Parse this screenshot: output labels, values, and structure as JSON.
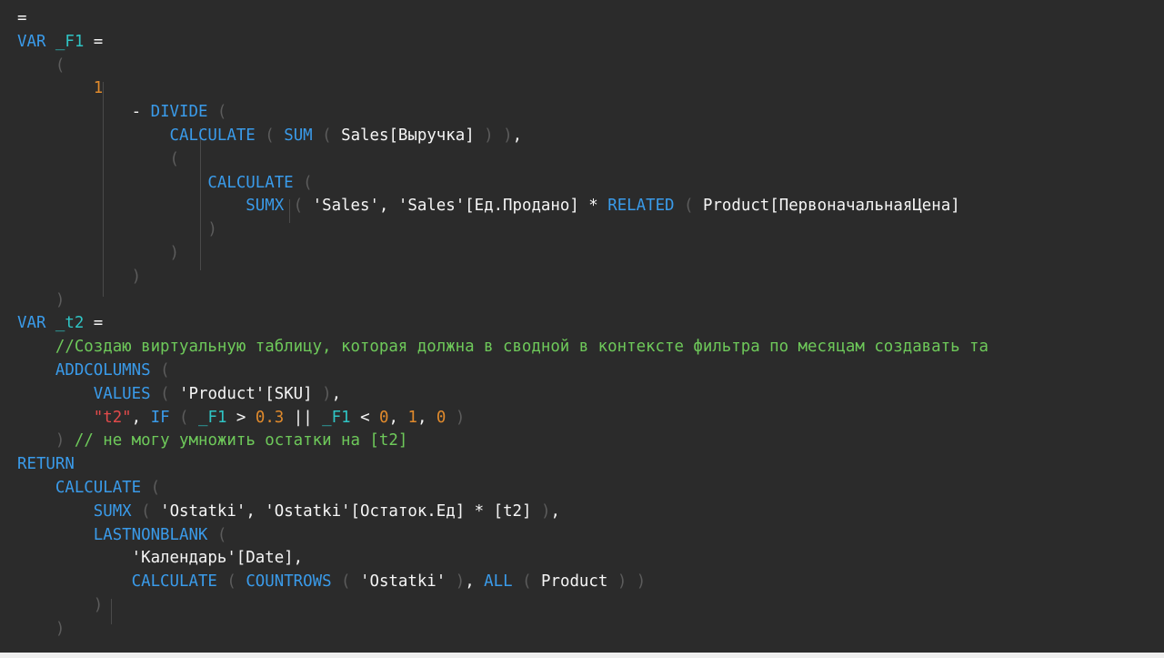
{
  "editor": {
    "colors": {
      "background": "#2b2b2b",
      "keyword": "#3a9bea",
      "text": "#f5f5f5",
      "paren": "#5c5c5c",
      "number": "#e08a2c",
      "variable": "#2fc4c4",
      "comment": "#6ec95a",
      "string": "#e24a4a"
    },
    "lines": [
      [
        {
          "t": "o",
          "v": "="
        }
      ],
      [
        {
          "t": "k",
          "v": "VAR"
        },
        {
          "t": "o",
          "v": " "
        },
        {
          "t": "v",
          "v": "_F1"
        },
        {
          "t": "o",
          "v": " ="
        }
      ],
      [
        {
          "t": "o",
          "v": "    "
        },
        {
          "t": "p",
          "v": "("
        }
      ],
      [
        {
          "t": "o",
          "v": "        "
        },
        {
          "t": "num",
          "v": "1"
        }
      ],
      [
        {
          "t": "o",
          "v": "            - "
        },
        {
          "t": "k",
          "v": "DIVIDE"
        },
        {
          "t": "o",
          "v": " "
        },
        {
          "t": "p",
          "v": "("
        }
      ],
      [
        {
          "t": "o",
          "v": "                "
        },
        {
          "t": "k",
          "v": "CALCULATE"
        },
        {
          "t": "o",
          "v": " "
        },
        {
          "t": "p",
          "v": "("
        },
        {
          "t": "o",
          "v": " "
        },
        {
          "t": "k",
          "v": "SUM"
        },
        {
          "t": "o",
          "v": " "
        },
        {
          "t": "p",
          "v": "("
        },
        {
          "t": "o",
          "v": " "
        },
        {
          "t": "n",
          "v": "Sales[Выручка]"
        },
        {
          "t": "o",
          "v": " "
        },
        {
          "t": "p",
          "v": ")"
        },
        {
          "t": "o",
          "v": " "
        },
        {
          "t": "p",
          "v": ")"
        },
        {
          "t": "o",
          "v": ","
        }
      ],
      [
        {
          "t": "o",
          "v": "                "
        },
        {
          "t": "p",
          "v": "("
        }
      ],
      [
        {
          "t": "o",
          "v": "                    "
        },
        {
          "t": "k",
          "v": "CALCULATE"
        },
        {
          "t": "o",
          "v": " "
        },
        {
          "t": "p",
          "v": "("
        }
      ],
      [
        {
          "t": "o",
          "v": "                        "
        },
        {
          "t": "k",
          "v": "SUMX"
        },
        {
          "t": "o",
          "v": " "
        },
        {
          "t": "p",
          "v": "("
        },
        {
          "t": "o",
          "v": " "
        },
        {
          "t": "n",
          "v": "'Sales'"
        },
        {
          "t": "o",
          "v": ", "
        },
        {
          "t": "n",
          "v": "'Sales'[Ед.Продано]"
        },
        {
          "t": "o",
          "v": " * "
        },
        {
          "t": "k",
          "v": "RELATED"
        },
        {
          "t": "o",
          "v": " "
        },
        {
          "t": "p",
          "v": "("
        },
        {
          "t": "o",
          "v": " "
        },
        {
          "t": "n",
          "v": "Product[ПервоначальнаяЦена]"
        }
      ],
      [
        {
          "t": "o",
          "v": "                    "
        },
        {
          "t": "p",
          "v": ")"
        }
      ],
      [
        {
          "t": "o",
          "v": "                "
        },
        {
          "t": "p",
          "v": ")"
        }
      ],
      [
        {
          "t": "o",
          "v": "            "
        },
        {
          "t": "p",
          "v": ")"
        }
      ],
      [
        {
          "t": "o",
          "v": "    "
        },
        {
          "t": "p",
          "v": ")"
        }
      ],
      [
        {
          "t": "k",
          "v": "VAR"
        },
        {
          "t": "o",
          "v": " "
        },
        {
          "t": "v",
          "v": "_t2"
        },
        {
          "t": "o",
          "v": " ="
        }
      ],
      [
        {
          "t": "o",
          "v": "    "
        },
        {
          "t": "c",
          "v": "//Создаю виртуальную таблицу, которая должна в сводной в контексте фильтра по месяцам создавать та"
        }
      ],
      [
        {
          "t": "o",
          "v": "    "
        },
        {
          "t": "k",
          "v": "ADDCOLUMNS"
        },
        {
          "t": "o",
          "v": " "
        },
        {
          "t": "p",
          "v": "("
        }
      ],
      [
        {
          "t": "o",
          "v": "        "
        },
        {
          "t": "k",
          "v": "VALUES"
        },
        {
          "t": "o",
          "v": " "
        },
        {
          "t": "p",
          "v": "("
        },
        {
          "t": "o",
          "v": " "
        },
        {
          "t": "n",
          "v": "'Product'[SKU]"
        },
        {
          "t": "o",
          "v": " "
        },
        {
          "t": "p",
          "v": ")"
        },
        {
          "t": "o",
          "v": ","
        }
      ],
      [
        {
          "t": "o",
          "v": "        "
        },
        {
          "t": "s",
          "v": "\"t2\""
        },
        {
          "t": "o",
          "v": ", "
        },
        {
          "t": "k",
          "v": "IF"
        },
        {
          "t": "o",
          "v": " "
        },
        {
          "t": "p",
          "v": "("
        },
        {
          "t": "o",
          "v": " "
        },
        {
          "t": "v",
          "v": "_F1"
        },
        {
          "t": "o",
          "v": " > "
        },
        {
          "t": "num",
          "v": "0.3"
        },
        {
          "t": "o",
          "v": " || "
        },
        {
          "t": "v",
          "v": "_F1"
        },
        {
          "t": "o",
          "v": " < "
        },
        {
          "t": "num",
          "v": "0"
        },
        {
          "t": "o",
          "v": ", "
        },
        {
          "t": "num",
          "v": "1"
        },
        {
          "t": "o",
          "v": ", "
        },
        {
          "t": "num",
          "v": "0"
        },
        {
          "t": "o",
          "v": " "
        },
        {
          "t": "p",
          "v": ")"
        }
      ],
      [
        {
          "t": "o",
          "v": "    "
        },
        {
          "t": "p",
          "v": ")"
        },
        {
          "t": "o",
          "v": " "
        },
        {
          "t": "c",
          "v": "// не могу умножить остатки на [t2]"
        }
      ],
      [
        {
          "t": "k",
          "v": "RETURN"
        }
      ],
      [
        {
          "t": "o",
          "v": "    "
        },
        {
          "t": "k",
          "v": "CALCULATE"
        },
        {
          "t": "o",
          "v": " "
        },
        {
          "t": "p",
          "v": "("
        }
      ],
      [
        {
          "t": "o",
          "v": "        "
        },
        {
          "t": "k",
          "v": "SUMX"
        },
        {
          "t": "o",
          "v": " "
        },
        {
          "t": "p",
          "v": "("
        },
        {
          "t": "o",
          "v": " "
        },
        {
          "t": "n",
          "v": "'Ostatki'"
        },
        {
          "t": "o",
          "v": ", "
        },
        {
          "t": "n",
          "v": "'Ostatki'[Остаток.Ед]"
        },
        {
          "t": "o",
          "v": " * "
        },
        {
          "t": "n",
          "v": "[t2]"
        },
        {
          "t": "o",
          "v": " "
        },
        {
          "t": "p",
          "v": ")"
        },
        {
          "t": "o",
          "v": ","
        }
      ],
      [
        {
          "t": "o",
          "v": "        "
        },
        {
          "t": "k",
          "v": "LASTNONBLANK"
        },
        {
          "t": "o",
          "v": " "
        },
        {
          "t": "p",
          "v": "("
        }
      ],
      [
        {
          "t": "o",
          "v": "            "
        },
        {
          "t": "n",
          "v": "'Календарь'[Date]"
        },
        {
          "t": "o",
          "v": ","
        }
      ],
      [
        {
          "t": "o",
          "v": "            "
        },
        {
          "t": "k",
          "v": "CALCULATE"
        },
        {
          "t": "o",
          "v": " "
        },
        {
          "t": "p",
          "v": "("
        },
        {
          "t": "o",
          "v": " "
        },
        {
          "t": "k",
          "v": "COUNTROWS"
        },
        {
          "t": "o",
          "v": " "
        },
        {
          "t": "p",
          "v": "("
        },
        {
          "t": "o",
          "v": " "
        },
        {
          "t": "n",
          "v": "'Ostatki'"
        },
        {
          "t": "o",
          "v": " "
        },
        {
          "t": "p",
          "v": ")"
        },
        {
          "t": "o",
          "v": ", "
        },
        {
          "t": "k",
          "v": "ALL"
        },
        {
          "t": "o",
          "v": " "
        },
        {
          "t": "p",
          "v": "("
        },
        {
          "t": "o",
          "v": " "
        },
        {
          "t": "n",
          "v": "Product"
        },
        {
          "t": "o",
          "v": " "
        },
        {
          "t": "p",
          "v": ")"
        },
        {
          "t": "o",
          "v": " "
        },
        {
          "t": "p",
          "v": ")"
        }
      ],
      [
        {
          "t": "o",
          "v": "        "
        },
        {
          "t": "p",
          "v": ")"
        }
      ],
      [
        {
          "t": "o",
          "v": "    "
        },
        {
          "t": "p",
          "v": ")"
        }
      ]
    ]
  }
}
